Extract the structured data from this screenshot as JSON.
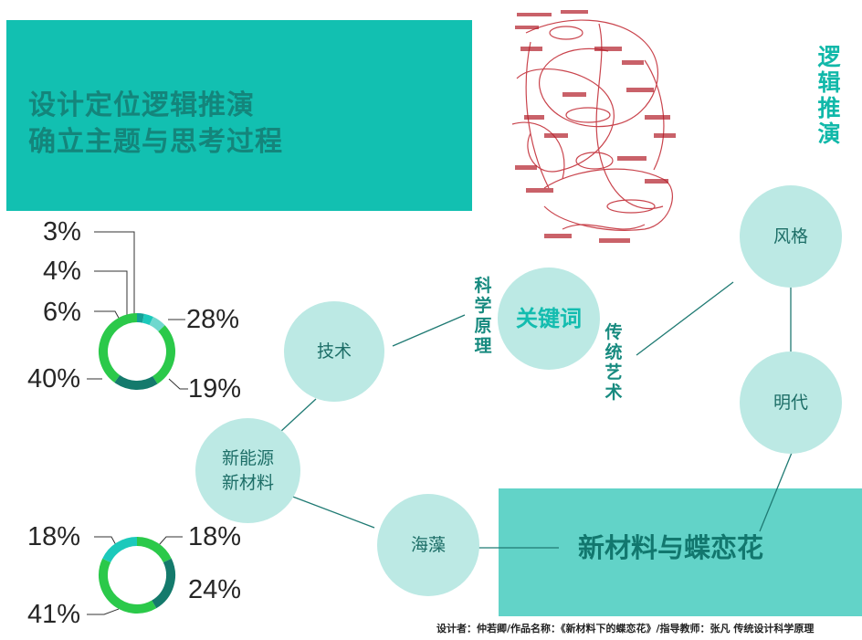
{
  "header": {
    "line1": "设计定位逻辑推演",
    "line2": "确立主题与思考过程"
  },
  "side_title": [
    "逻",
    "辑",
    "推",
    "演"
  ],
  "nodes": {
    "tech": "技术",
    "energy_line1": "新能源",
    "energy_line2": "新材料",
    "keyword": "关键词",
    "seaweed": "海藻",
    "style": "风格",
    "ming": "明代"
  },
  "vertical_labels": {
    "science": [
      "科",
      "学",
      "原",
      "理"
    ],
    "tradition": [
      "传",
      "统",
      "艺",
      "术"
    ]
  },
  "result_title": "新材料与蝶恋花",
  "donut_top": {
    "labels": [
      "3%",
      "4%",
      "6%",
      "28%",
      "19%",
      "40%"
    ],
    "segments": [
      {
        "value": 3,
        "color": "#13a196"
      },
      {
        "value": 4,
        "color": "#1cc9bb"
      },
      {
        "value": 6,
        "color": "#6fd8ce"
      },
      {
        "value": 28,
        "color": "#2bc94a"
      },
      {
        "value": 19,
        "color": "#147a6c"
      },
      {
        "value": 40,
        "color": "#2bc94a"
      }
    ]
  },
  "donut_bottom": {
    "labels": [
      "18%",
      "18%",
      "24%",
      "41%"
    ],
    "segments": [
      {
        "value": 18,
        "color": "#2bc94a"
      },
      {
        "value": 24,
        "color": "#147a6c"
      },
      {
        "value": 41,
        "color": "#2bc94a"
      },
      {
        "value": 18,
        "color": "#1cc9bb"
      }
    ]
  },
  "footer": "设计者：仲若卿/作品名称：《新材料下的蝶恋花》/指导教师：张凡 传统设计科学原理"
}
